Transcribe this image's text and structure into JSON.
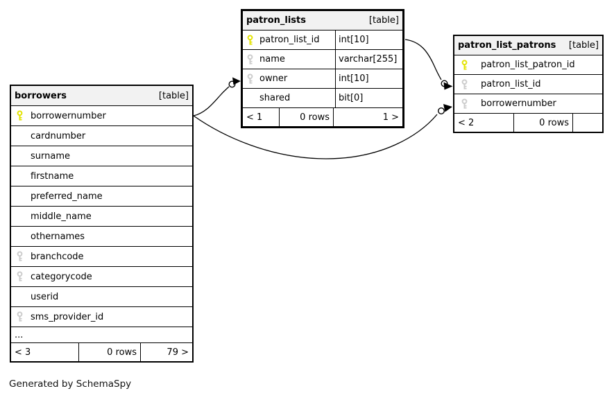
{
  "diagram": {
    "generator_note": "Generated by SchemaSpy"
  },
  "colors": {
    "primary_key_icon": "#e3e300",
    "foreign_key_icon": "#cccccc",
    "header_bg": "#f2f2f2",
    "table_border": "#000000",
    "relation_line": "#000000"
  },
  "icons": {
    "primary_key": "key-icon",
    "foreign_key": "key-icon"
  },
  "tables": [
    {
      "id": "borrowers",
      "name": "borrowers",
      "tag": "[table]",
      "columns": [
        {
          "name": "borrowernumber",
          "key": "primary",
          "type": ""
        },
        {
          "name": "cardnumber",
          "key": "none",
          "type": ""
        },
        {
          "name": "surname",
          "key": "none",
          "type": ""
        },
        {
          "name": "firstname",
          "key": "none",
          "type": ""
        },
        {
          "name": "preferred_name",
          "key": "none",
          "type": ""
        },
        {
          "name": "middle_name",
          "key": "none",
          "type": ""
        },
        {
          "name": "othernames",
          "key": "none",
          "type": ""
        },
        {
          "name": "branchcode",
          "key": "foreign",
          "type": ""
        },
        {
          "name": "categorycode",
          "key": "foreign",
          "type": ""
        },
        {
          "name": "userid",
          "key": "none",
          "type": ""
        },
        {
          "name": "sms_provider_id",
          "key": "foreign",
          "type": ""
        },
        {
          "name": "...",
          "key": "ellipsis",
          "type": ""
        }
      ],
      "footer": [
        "< 3",
        "0 rows",
        "79 >"
      ]
    },
    {
      "id": "patron_lists",
      "name": "patron_lists",
      "tag": "[table]",
      "columns": [
        {
          "name": "patron_list_id",
          "key": "primary",
          "type": "int[10]"
        },
        {
          "name": "name",
          "key": "foreign",
          "type": "varchar[255]"
        },
        {
          "name": "owner",
          "key": "foreign",
          "type": "int[10]"
        },
        {
          "name": "shared",
          "key": "none",
          "type": "bit[0]"
        }
      ],
      "footer": [
        "< 1",
        "0 rows",
        "1 >"
      ]
    },
    {
      "id": "patron_list_patrons",
      "name": "patron_list_patrons",
      "tag": "[table]",
      "columns": [
        {
          "name": "patron_list_patron_id",
          "key": "primary",
          "type": ""
        },
        {
          "name": "patron_list_id",
          "key": "foreign",
          "type": ""
        },
        {
          "name": "borrowernumber",
          "key": "foreign",
          "type": ""
        }
      ],
      "footer": [
        "< 2",
        "0 rows",
        ""
      ]
    }
  ],
  "relationships": [
    {
      "from": "borrowers.borrowernumber",
      "to": "patron_lists.owner"
    },
    {
      "from": "borrowers.borrowernumber",
      "to": "patron_list_patrons.borrowernumber"
    },
    {
      "from": "patron_lists.patron_list_id",
      "to": "patron_list_patrons.patron_list_id"
    }
  ]
}
